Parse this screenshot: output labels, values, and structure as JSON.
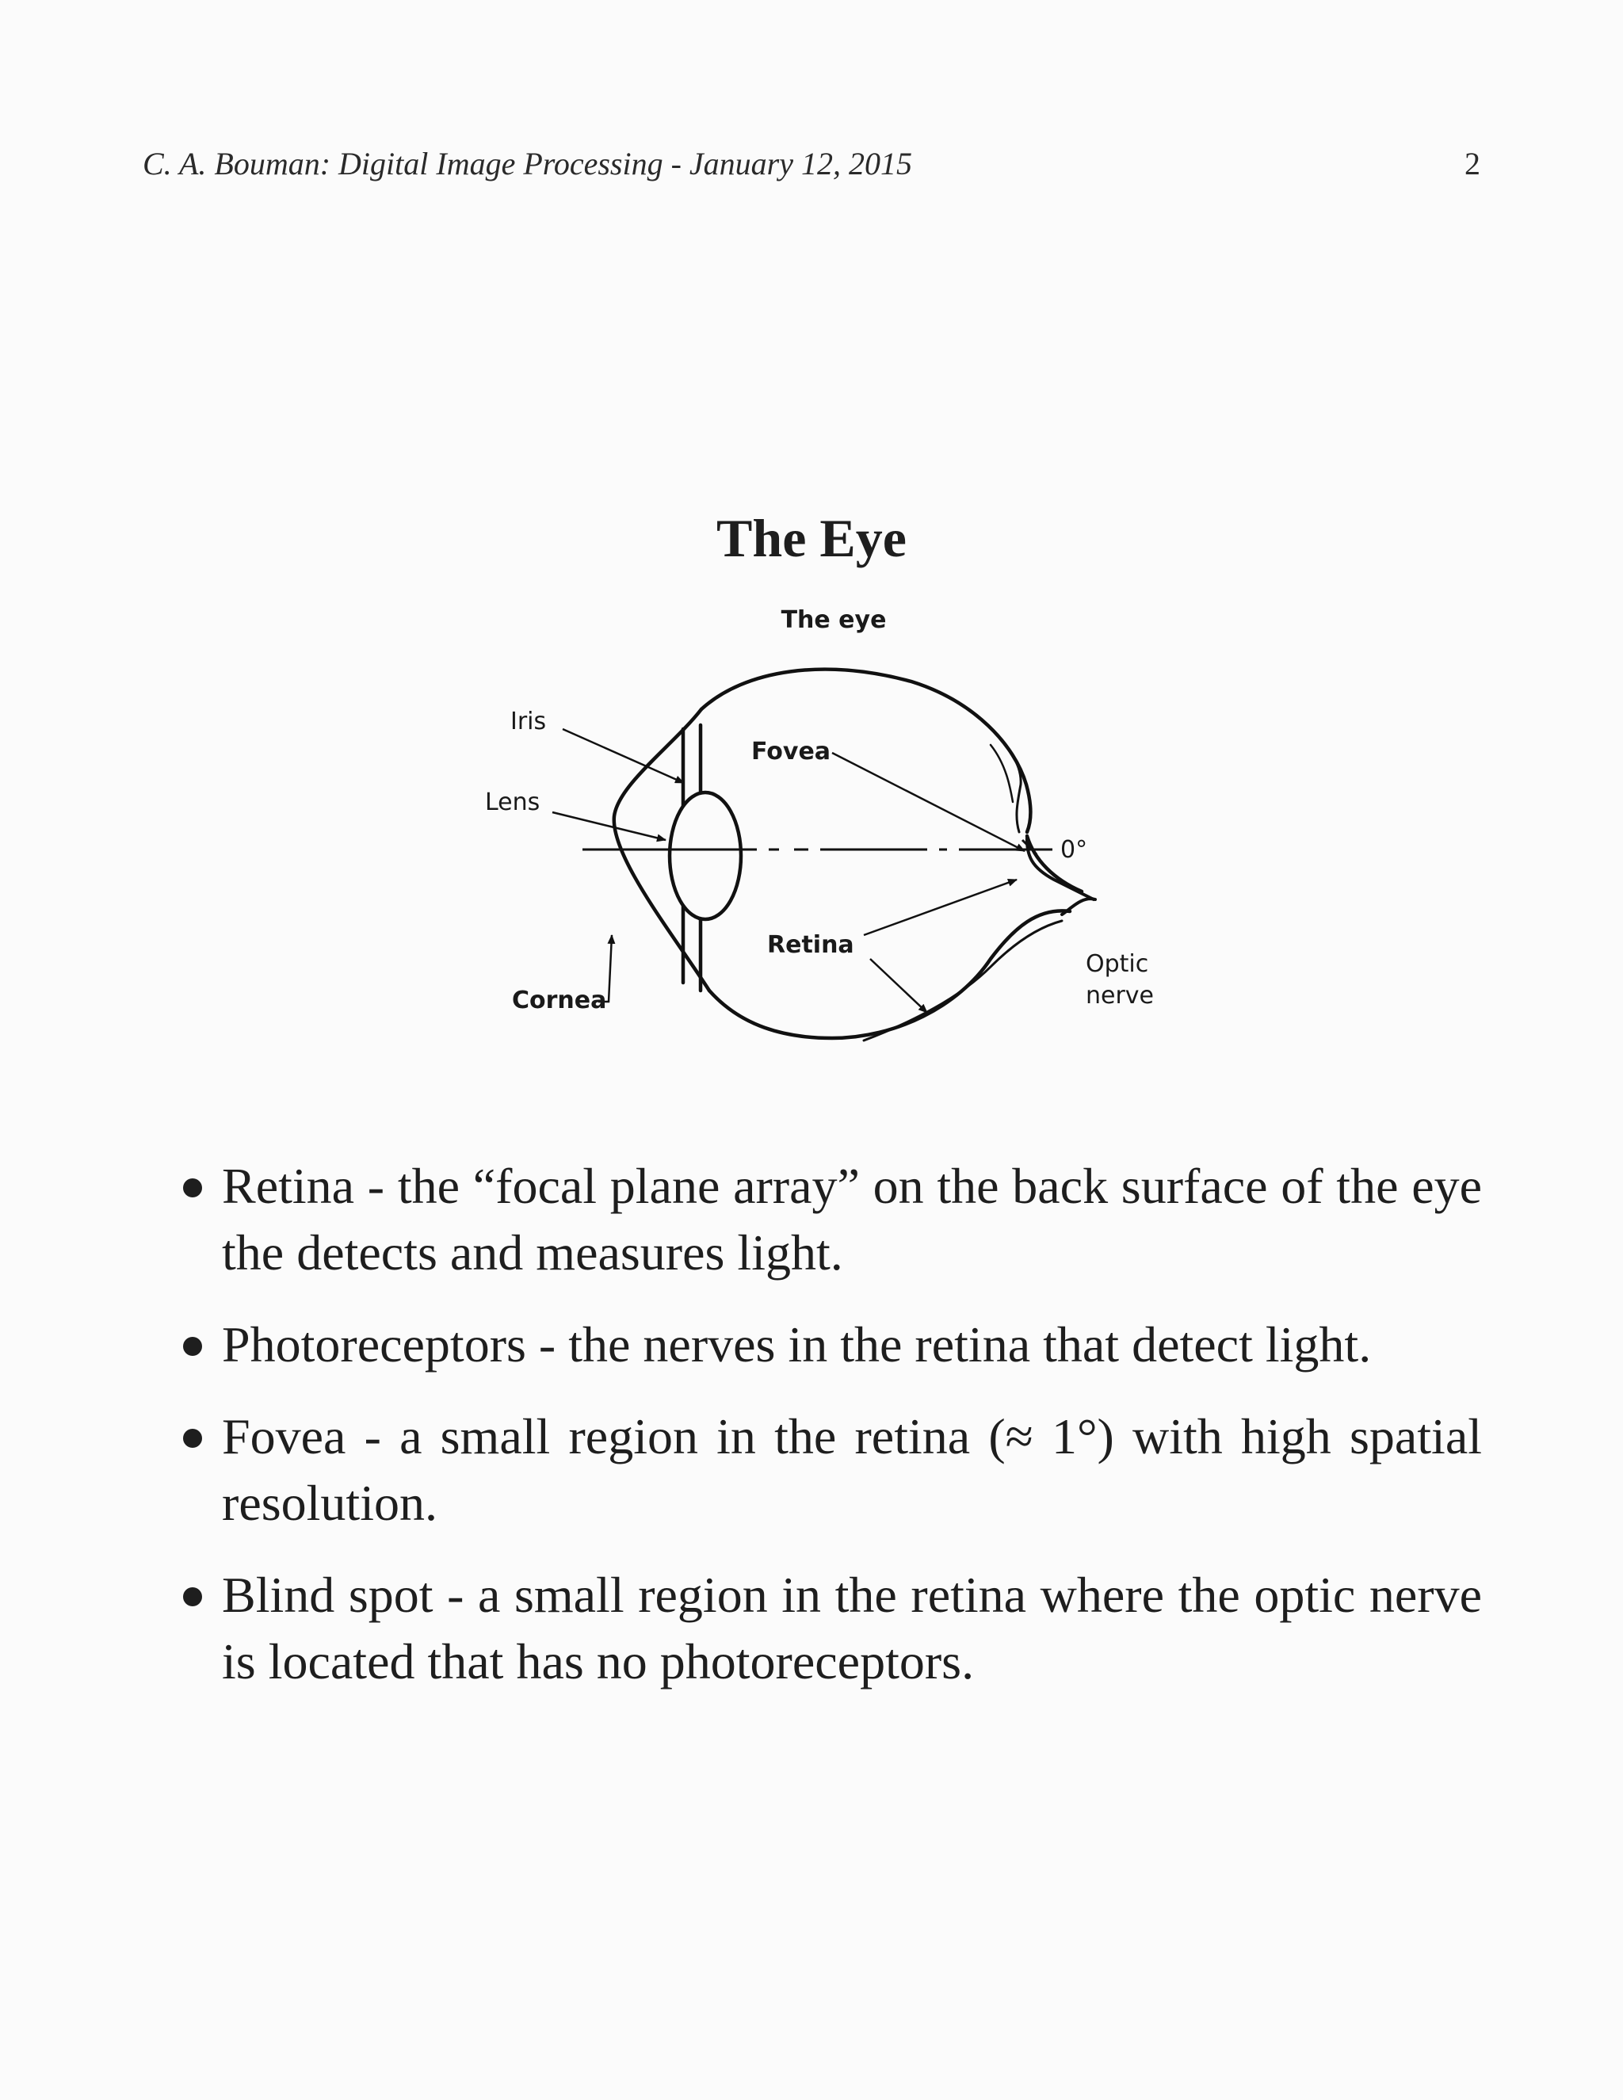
{
  "header": {
    "running_title": "C. A. Bouman: Digital Image Processing - January 12, 2015",
    "page_number": "2"
  },
  "slide": {
    "title": "The Eye"
  },
  "figure": {
    "caption": "The eye",
    "labels": {
      "iris": "Iris",
      "lens": "Lens",
      "cornea": "Cornea",
      "fovea": "Fovea",
      "retina": "Retina",
      "angle": "0°",
      "optic_line1": "Optic",
      "optic_line2": "nerve"
    }
  },
  "bullets": [
    {
      "text": "Retina - the “focal plane array” on the back surface of the eye the detects and measures light."
    },
    {
      "text": "Photoreceptors - the nerves in the retina that detect light."
    },
    {
      "text": "Fovea - a small region in the retina (≈ 1°) with high spatial resolution."
    },
    {
      "text": "Blind spot - a small region in the retina where the optic nerve is located that has no photoreceptors."
    }
  ]
}
